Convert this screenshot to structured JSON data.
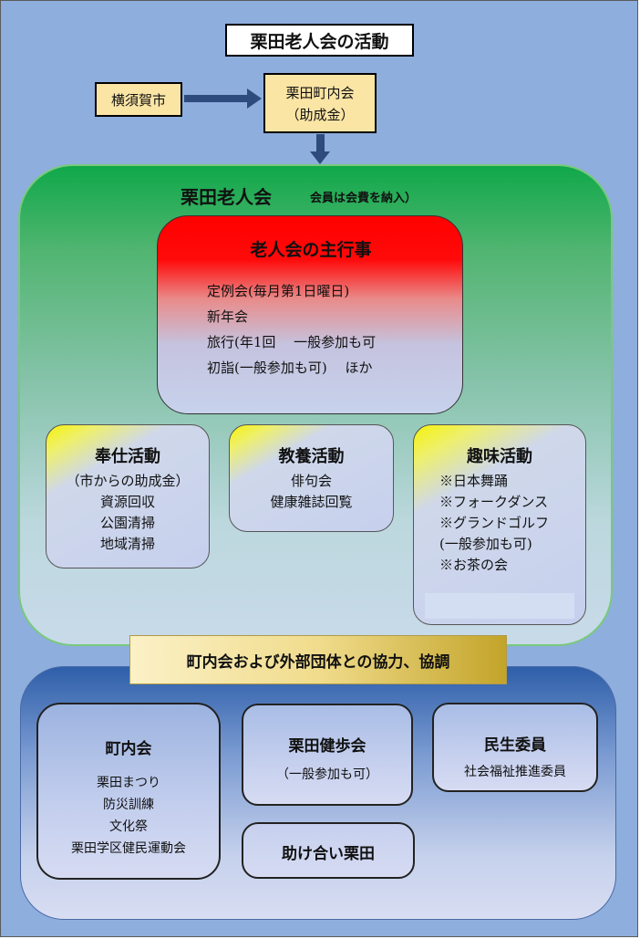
{
  "title": "栗田老人会の活動",
  "funding": {
    "city": "横須賀市",
    "town": [
      "栗田町内会",
      "（助成金）"
    ]
  },
  "club": {
    "name": "栗田老人会",
    "note": "会員は会費を納入）"
  },
  "main": {
    "title": "老人会の主行事",
    "items": [
      "定例会(毎月第1日曜日)",
      "新年会",
      "旅行(年1回　 一般参加も可",
      "初詣(一般参加も可)　 ほか"
    ]
  },
  "volunteer": {
    "title": "奉仕活動",
    "items": [
      "（市からの助成金）",
      "資源回収",
      "公園清掃",
      "地域清掃"
    ]
  },
  "culture": {
    "title": "教養活動",
    "items": [
      "俳句会",
      "健康雑誌回覧"
    ]
  },
  "hobby": {
    "title": "趣味活動",
    "items": [
      "※日本舞踊",
      "※フォークダンス",
      "※グランドゴルフ",
      "(一般参加も可)",
      "※お茶の会"
    ]
  },
  "cooperation": {
    "banner": "町内会および外部団体との協力、協調",
    "chonaikai": {
      "title": "町内会",
      "items": [
        "栗田まつり",
        "防災訓練",
        "文化祭",
        "栗田学区健民運動会"
      ]
    },
    "health_club": {
      "title": "栗田健歩会",
      "note": "（一般参加も可）"
    },
    "welfare": {
      "title": "民生委員",
      "note": "社会福祉推進委員"
    },
    "mutual_aid": {
      "title": "助け合い栗田"
    }
  }
}
